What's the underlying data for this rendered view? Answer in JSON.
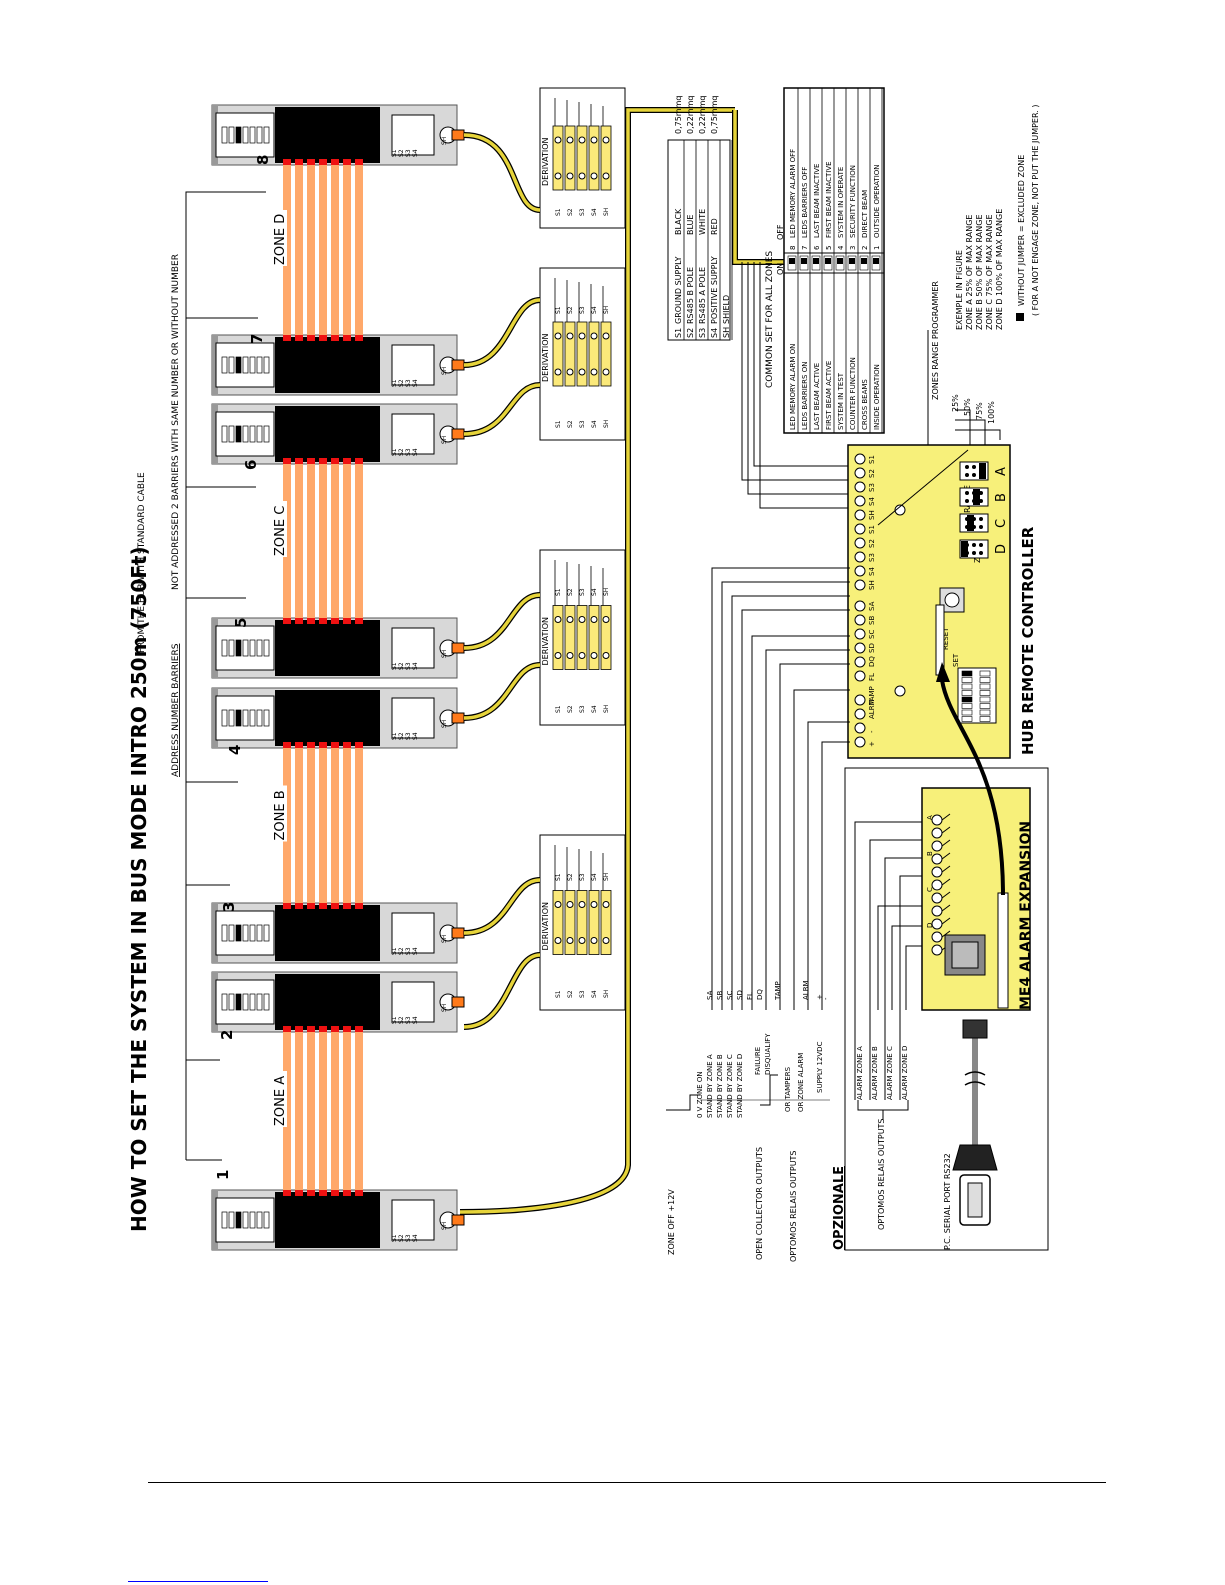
{
  "title": "HOW TO SET THE SYSTEM IN BUS MODE INTRO 250m (750Ft)",
  "title_suffix": "FROM THE HUB WITH STANDARD CABLE",
  "address_note": "ADDRESS NUMBER BARRIERS",
  "not_addressed_note": "NOT ADDRESSED 2 BARRIERS WITH SAME NUMBER OR WITHOUT NUMBER",
  "barriers": [
    "1",
    "2",
    "3",
    "4",
    "5",
    "6",
    "7",
    "8"
  ],
  "zones": [
    "ZONE A",
    "ZONE B",
    "ZONE C",
    "ZONE D"
  ],
  "terminal_labels": [
    "S1",
    "S2",
    "S3",
    "S4",
    "SH"
  ],
  "derivation_label": "DERIVATION",
  "cable_table": [
    {
      "code": "S1",
      "name": "GROUND SUPPLY",
      "color": "BLACK",
      "section": "0,75mmq"
    },
    {
      "code": "S2",
      "name": "RS485 B POLE",
      "color": "BLUE",
      "section": "0,22mmq"
    },
    {
      "code": "S3",
      "name": "RS485 A POLE",
      "color": "WHITE",
      "section": "0,22mmq"
    },
    {
      "code": "S4",
      "name": "POSITIVE SUPPLY",
      "color": "RED",
      "section": "0,75mmq"
    },
    {
      "code": "SH",
      "name": "SHIELD",
      "color": "",
      "section": ""
    }
  ],
  "common_set": {
    "title": "COMMON SET FOR ALL ZONES",
    "on": "ON",
    "off": "OFF",
    "rows": [
      {
        "n": "8",
        "on": "LED MEMORY ALARM ON",
        "off": "LED MEMORY ALARM OFF"
      },
      {
        "n": "7",
        "on": "LEDS BARRIERS ON",
        "off": "LEDS BARRIERS OFF"
      },
      {
        "n": "6",
        "on": "LAST BEAM ACTIVE",
        "off": "LAST BEAM INACTIVE"
      },
      {
        "n": "5",
        "on": "FIRST BEAM ACTIVE",
        "off": "FIRST BEAM INACTIVE"
      },
      {
        "n": "4",
        "on": "SYSTEM IN TEST",
        "off": "SYSTEM IN OPERATE"
      },
      {
        "n": "3",
        "on": "COUNTER FUNCTION",
        "off": "SECURITY FUNCTION"
      },
      {
        "n": "2",
        "on": "CROSS BEAMS",
        "off": "DIRECT BEAM"
      },
      {
        "n": "1",
        "on": "INSIDE OPERATION",
        "off": "OUTSIDE OPERATION"
      }
    ]
  },
  "range_programmer": {
    "title": "ZONES RANGE PROGRAMMER",
    "example_title": "EXEMPLE IN FIGURE",
    "examples": [
      "ZONE A   25% OF MAX RANGE",
      "ZONE B   50% OF MAX RANGE",
      "ZONE C   75% OF MAX RANGE",
      "ZONE D  100% OF MAX RANGE"
    ],
    "percents": [
      "25%",
      "50%",
      "75%",
      "100%"
    ],
    "jumper_note": "WITHOUT JUMPER = EXCLUDED ZONE",
    "jumper_note2": "( FOR A NOT ENGAGE ZONE, NOT PUT THE JUMPER. )"
  },
  "hub": {
    "title": "HUB REMOTE CONTROLLER",
    "top_terminals": [
      "S1",
      "S2",
      "S3",
      "S4",
      "SH",
      "S1",
      "S2",
      "S3",
      "S4",
      "SH"
    ],
    "bottom_terminals": [
      "+",
      "-",
      "ALRM",
      "TAMP",
      "FL",
      "DQ",
      "SD",
      "SC",
      "SB",
      "SA"
    ],
    "range_label": "RANGE",
    "zone_label": "ZONE",
    "zone_letters": [
      "D",
      "C",
      "B",
      "A"
    ],
    "reset_label": "RESET",
    "set_label": "SET"
  },
  "outputs": {
    "zone_off": "ZONE OFF  +12V",
    "zone_on": "0 V  ZONE ON",
    "standby": [
      "STAND BY ZONE  A",
      "STAND BY ZONE  B",
      "STAND BY ZONE  C",
      "STAND BY ZONE  D"
    ],
    "standby_codes": [
      "SA",
      "SB",
      "SC",
      "SD"
    ],
    "open_collector": "OPEN COLLECTOR OUTPUTS",
    "failure": "FAILURE",
    "disqualify": "DISQUALIFY",
    "optomos": "OPTOMOS RELAIS OUTPUTS",
    "tampers": "OR TAMPERS",
    "zone_alarm": "OR ZONE ALARM",
    "supply": "SUPPLY 12VDC",
    "codes": [
      "FL",
      "DQ",
      "TAMP",
      "ALRM",
      "+",
      "-"
    ]
  },
  "optional": {
    "title": "OPZIONALE",
    "optomos": "OPTOMOS RELAIS OUTPUTS",
    "alarms": [
      "ALARM  ZONE  A",
      "ALARM  ZONE  B",
      "ALARM  ZONE  C",
      "ALARM  ZONE  D"
    ],
    "pc_port": "P.C.  SERIAL PORT RS232",
    "expansion_title": "ME4 ALARM EXPANSION",
    "letters": [
      "D",
      "C",
      "B",
      "A"
    ]
  },
  "colors": {
    "beam": "#ffa86a",
    "beam_dark": "#ff7b2a",
    "red_led": "#ee1111",
    "yellow_board": "#f7f07a",
    "terminal_yellow": "#fbe97a",
    "cable_yellow": "#e6d43a",
    "barrier_grey": "#d8d8d8"
  }
}
